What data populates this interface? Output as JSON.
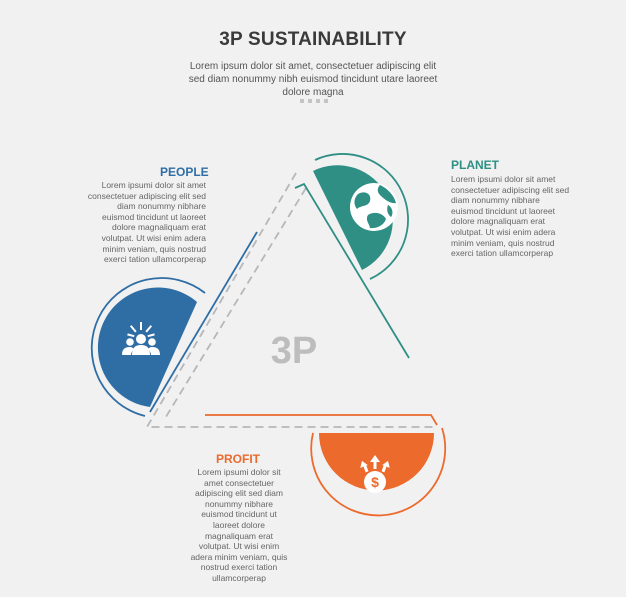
{
  "header": {
    "title": "3P SUSTAINABILITY",
    "subtitle": "Lorem ipsum dolor sit amet, consectetuer adipiscing elit sed diam nonummy nibh euismod tincidunt utare laoreet dolore magna"
  },
  "center_label": "3P",
  "people": {
    "title": "PEOPLE",
    "body": "Lorem ipsumi dolor sit amet consectetuer adipiscing elit sed diam nonummy nibhare euismod tincidunt ut laoreet dolore magnaliquam erat volutpat. Ut wisi enim adera minim veniam, quis nostrud exerci tation ullamcorperap",
    "color": "#2f6ea5",
    "icon": "people-group-icon"
  },
  "planet": {
    "title": "PLANET",
    "body": "Lorem ipsumi dolor sit amet consectetuer adipiscing elit sed diam nonummy nibhare euismod tincidunt ut laoreet dolore magnaliquam erat volutpat. Ut wisi enim adera minim veniam, quis nostrud exerci tation ullamcorperap",
    "color": "#2f8f84",
    "icon": "globe-icon"
  },
  "profit": {
    "title": "PROFIT",
    "body": "Lorem ipsumi dolor sit amet consectetuer adipiscing elit sed diam nonummy nibhare euismod tincidunt ut laoreet dolore magnaliquam erat volutpat. Ut wisi enim adera minim veniam, quis nostrud exerci tation ullamcorperap",
    "color": "#ec6a2c",
    "icon": "dollar-growth-icon"
  }
}
